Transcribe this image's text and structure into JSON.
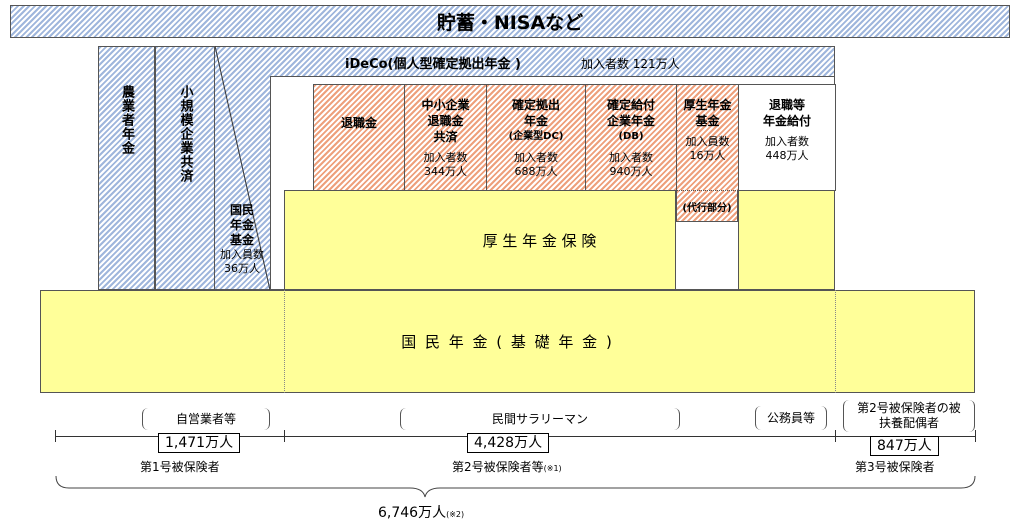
{
  "banner": "貯蓄・NISAなど",
  "ideco": {
    "label": "iDeCo(個人型確定拠出年金 )",
    "members": "加入者数  121万人"
  },
  "columns": {
    "farmer": "農業者年金",
    "small_biz": "小規模企業共済",
    "npf": {
      "name": [
        "国民",
        "年金",
        "基金"
      ],
      "count_label": "加入員数",
      "count": "36万人"
    }
  },
  "corporate": [
    {
      "name": [
        "退職金"
      ],
      "count_label": "",
      "count": ""
    },
    {
      "name": [
        "中小企業",
        "退職金",
        "共済"
      ],
      "count_label": "加入者数",
      "count": "344万人"
    },
    {
      "name": [
        "確定拠出",
        "年金",
        "(企業型DC)"
      ],
      "count_label": "加入者数",
      "count": "688万人"
    },
    {
      "name": [
        "確定給付",
        "企業年金",
        "(DB)"
      ],
      "count_label": "加入者数",
      "count": "940万人"
    },
    {
      "name": [
        "厚生年金",
        "基金"
      ],
      "count_label": "加入員数",
      "count": "16万人"
    },
    {
      "name": [
        "退職等",
        "年金給付"
      ],
      "count_label": "加入者数",
      "count": "448万人"
    }
  ],
  "daiko": "(代行部分)",
  "kosei": "厚 生 年 金 保 険",
  "kokumin": "国 民 年 金 ( 基 礎 年 金 )",
  "groups": [
    {
      "desc": "自営業者等",
      "count": "1,471万人",
      "label": "第1号被保険者",
      "note": ""
    },
    {
      "desc": "民間サラリーマン",
      "count": "4,428万人",
      "label": "第2号被保険者等",
      "note": "(※1)"
    },
    {
      "desc": "公務員等"
    },
    {
      "desc": "第2号被保険者の被扶養配偶者",
      "count": "847万人",
      "label": "第3号被保険者",
      "note": ""
    }
  ],
  "total": {
    "count": "6,746万人",
    "note": "(※2)"
  }
}
